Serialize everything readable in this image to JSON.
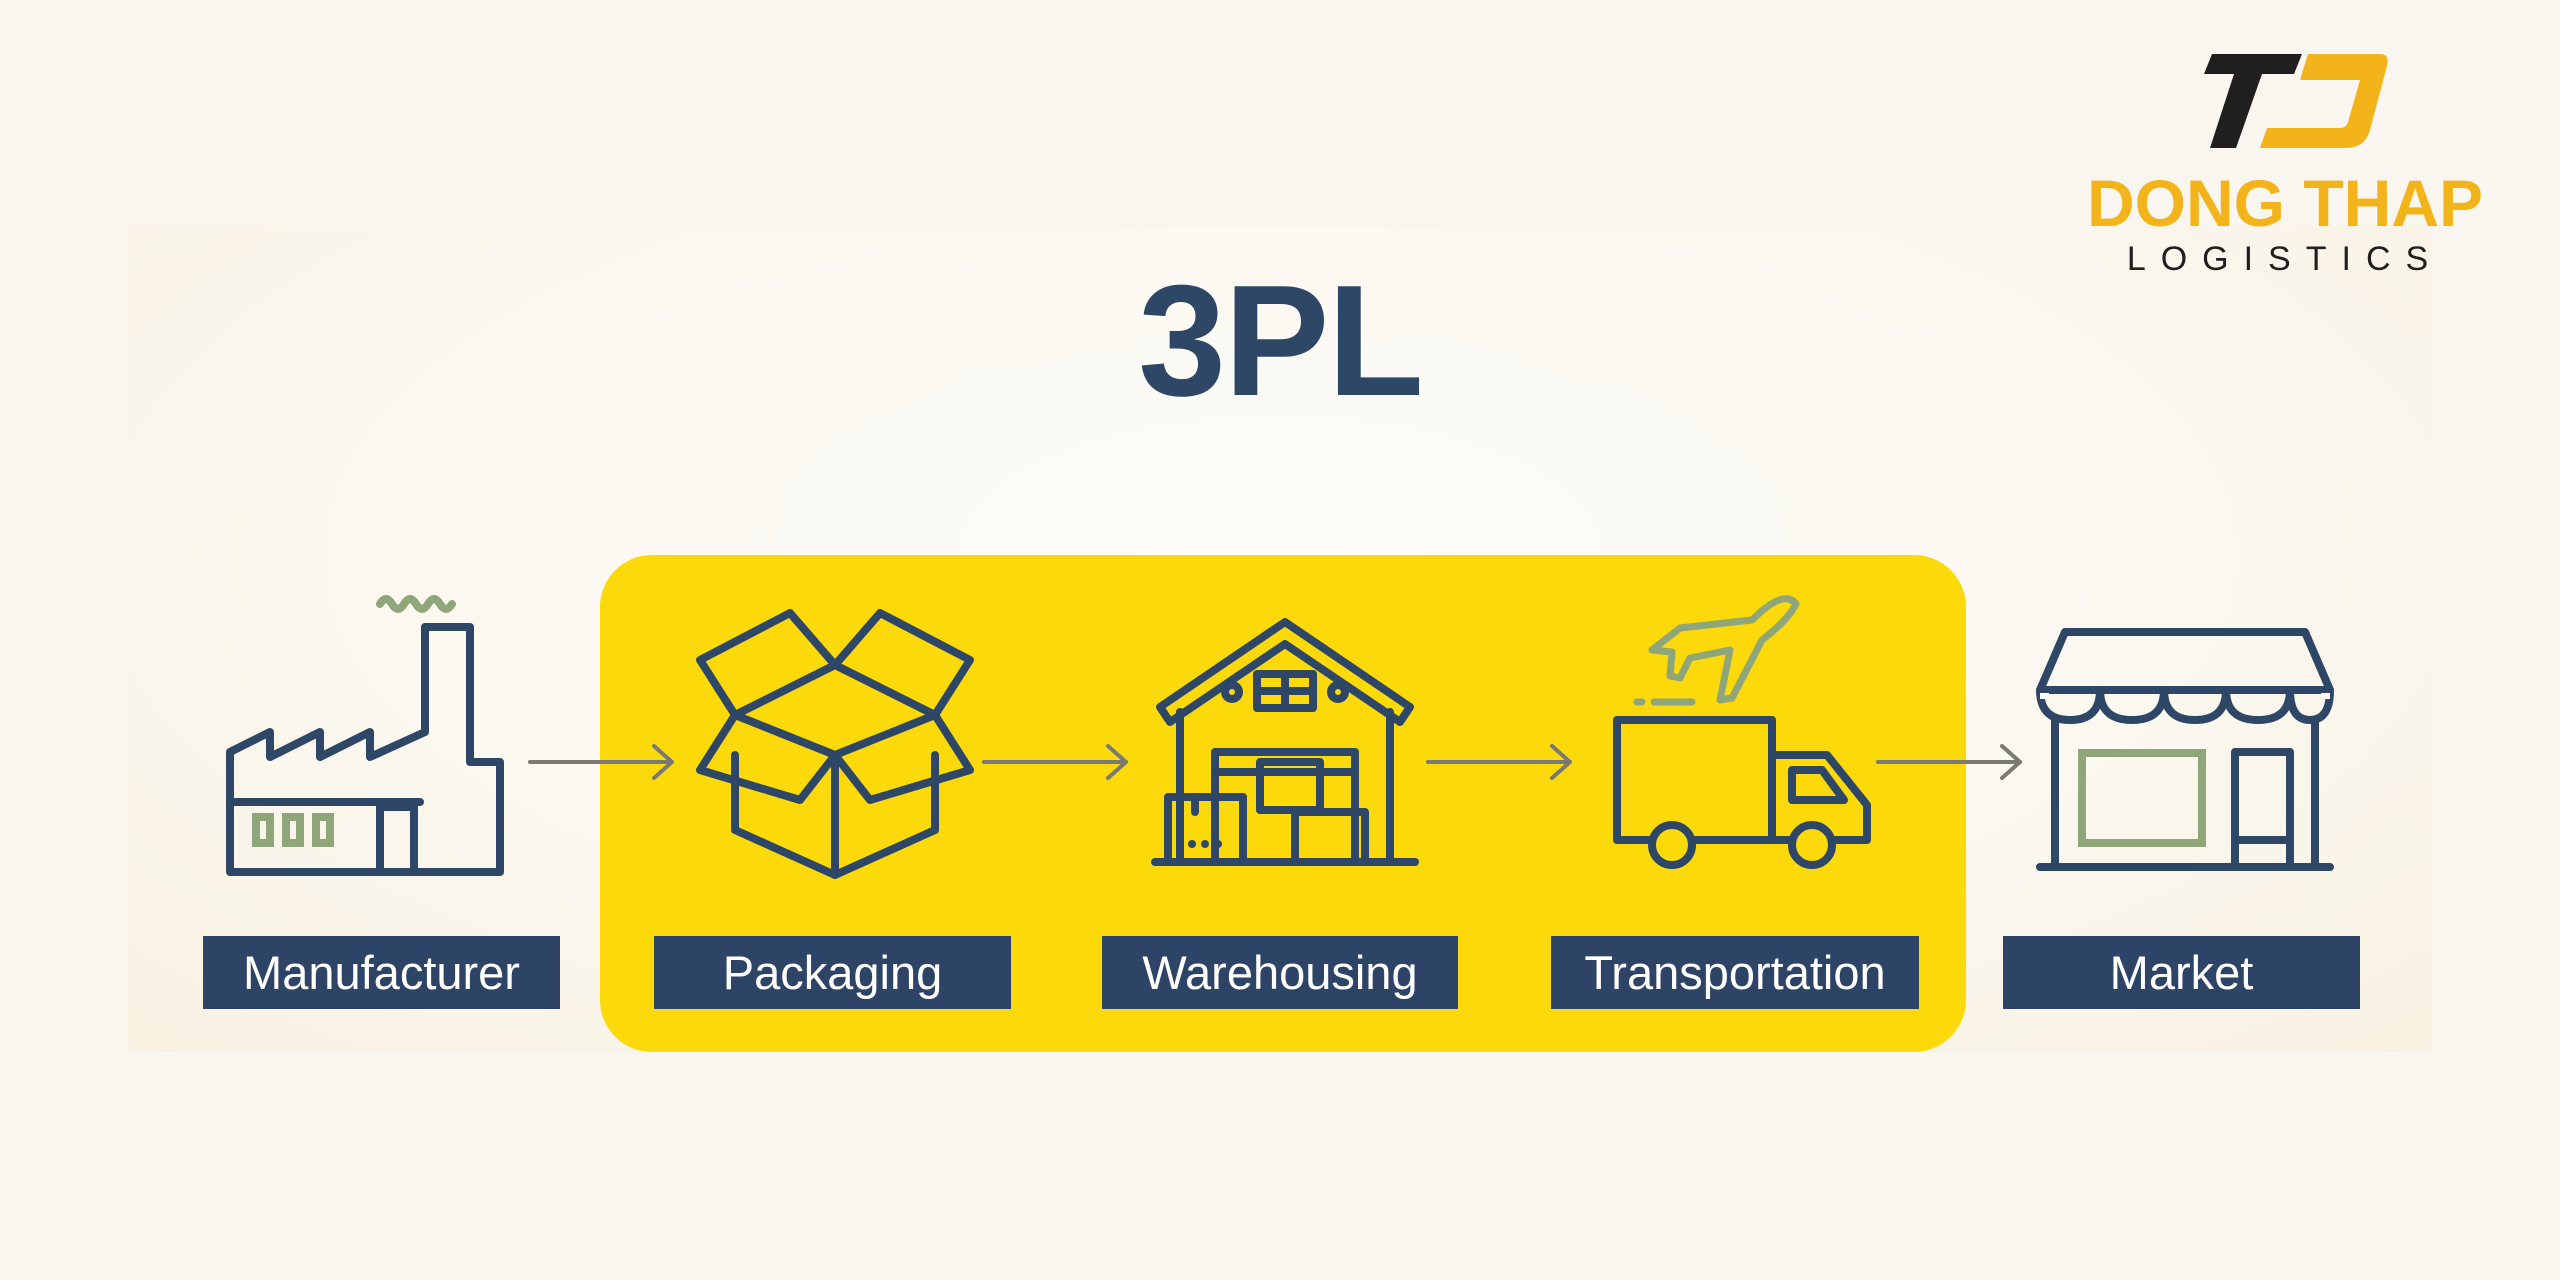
{
  "title": "3PL",
  "brand": {
    "name": "DONG THAP",
    "tagline": "LOGISTICS",
    "primary_color": "#f3b41b",
    "dark_color": "#1f1f1f"
  },
  "flow": {
    "steps": [
      {
        "label": "Manufacturer",
        "icon": "factory-icon"
      },
      {
        "label": "Packaging",
        "icon": "open-box-icon"
      },
      {
        "label": "Warehousing",
        "icon": "warehouse-icon"
      },
      {
        "label": "Transportation",
        "icon": "truck-plane-icon"
      },
      {
        "label": "Market",
        "icon": "storefront-icon"
      }
    ],
    "highlight_color": "#fbd90a",
    "label_color": "#2d4466",
    "icon_color": "#2f4766",
    "accent_color": "#8fa57a"
  }
}
